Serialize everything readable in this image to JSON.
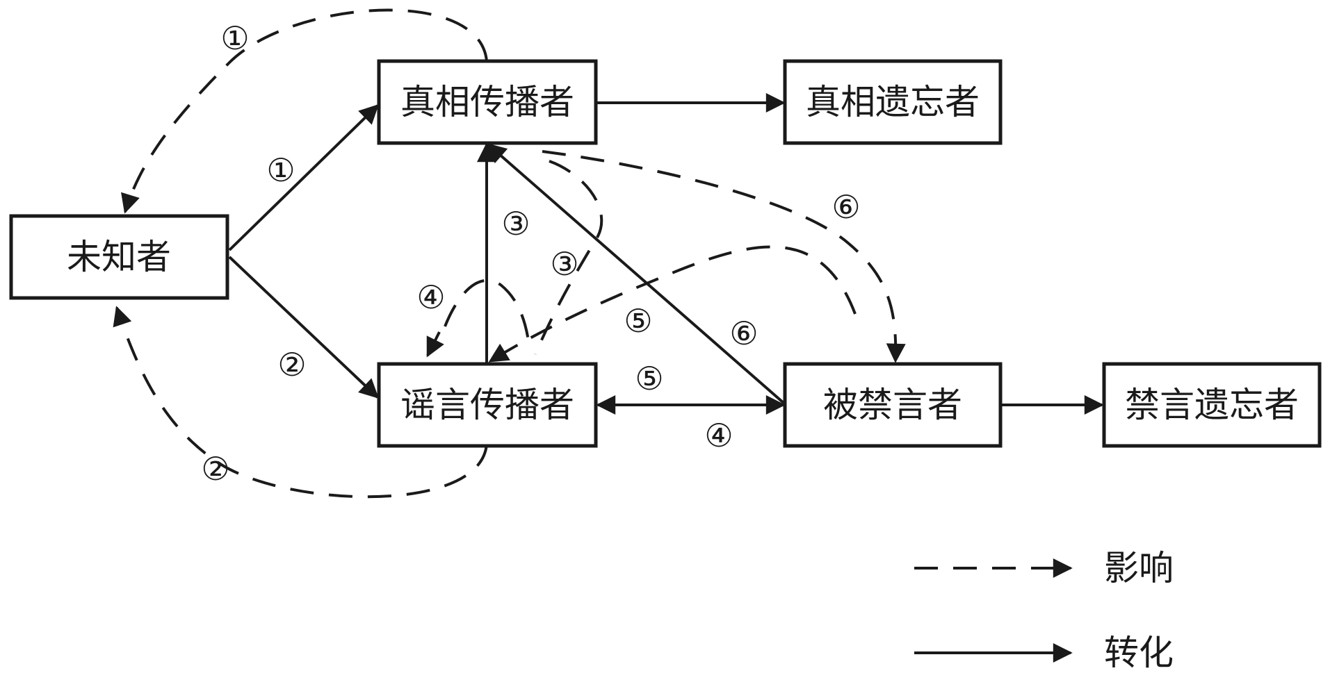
{
  "nodes": {
    "unknown": "未知者",
    "truth_spreader": "真相传播者",
    "truth_forgetter": "真相遗忘者",
    "rumor_spreader": "谣言传播者",
    "banned": "被禁言者",
    "banned_forgetter": "禁言遗忘者"
  },
  "labels": {
    "c1": "①",
    "c2": "②",
    "c3": "③",
    "c4": "④",
    "c5": "⑤",
    "c6": "⑥"
  },
  "legend": {
    "influence": "影响",
    "transition": "转化"
  },
  "colors": {
    "ink": "#1a1a1a",
    "background": "#ffffff"
  }
}
